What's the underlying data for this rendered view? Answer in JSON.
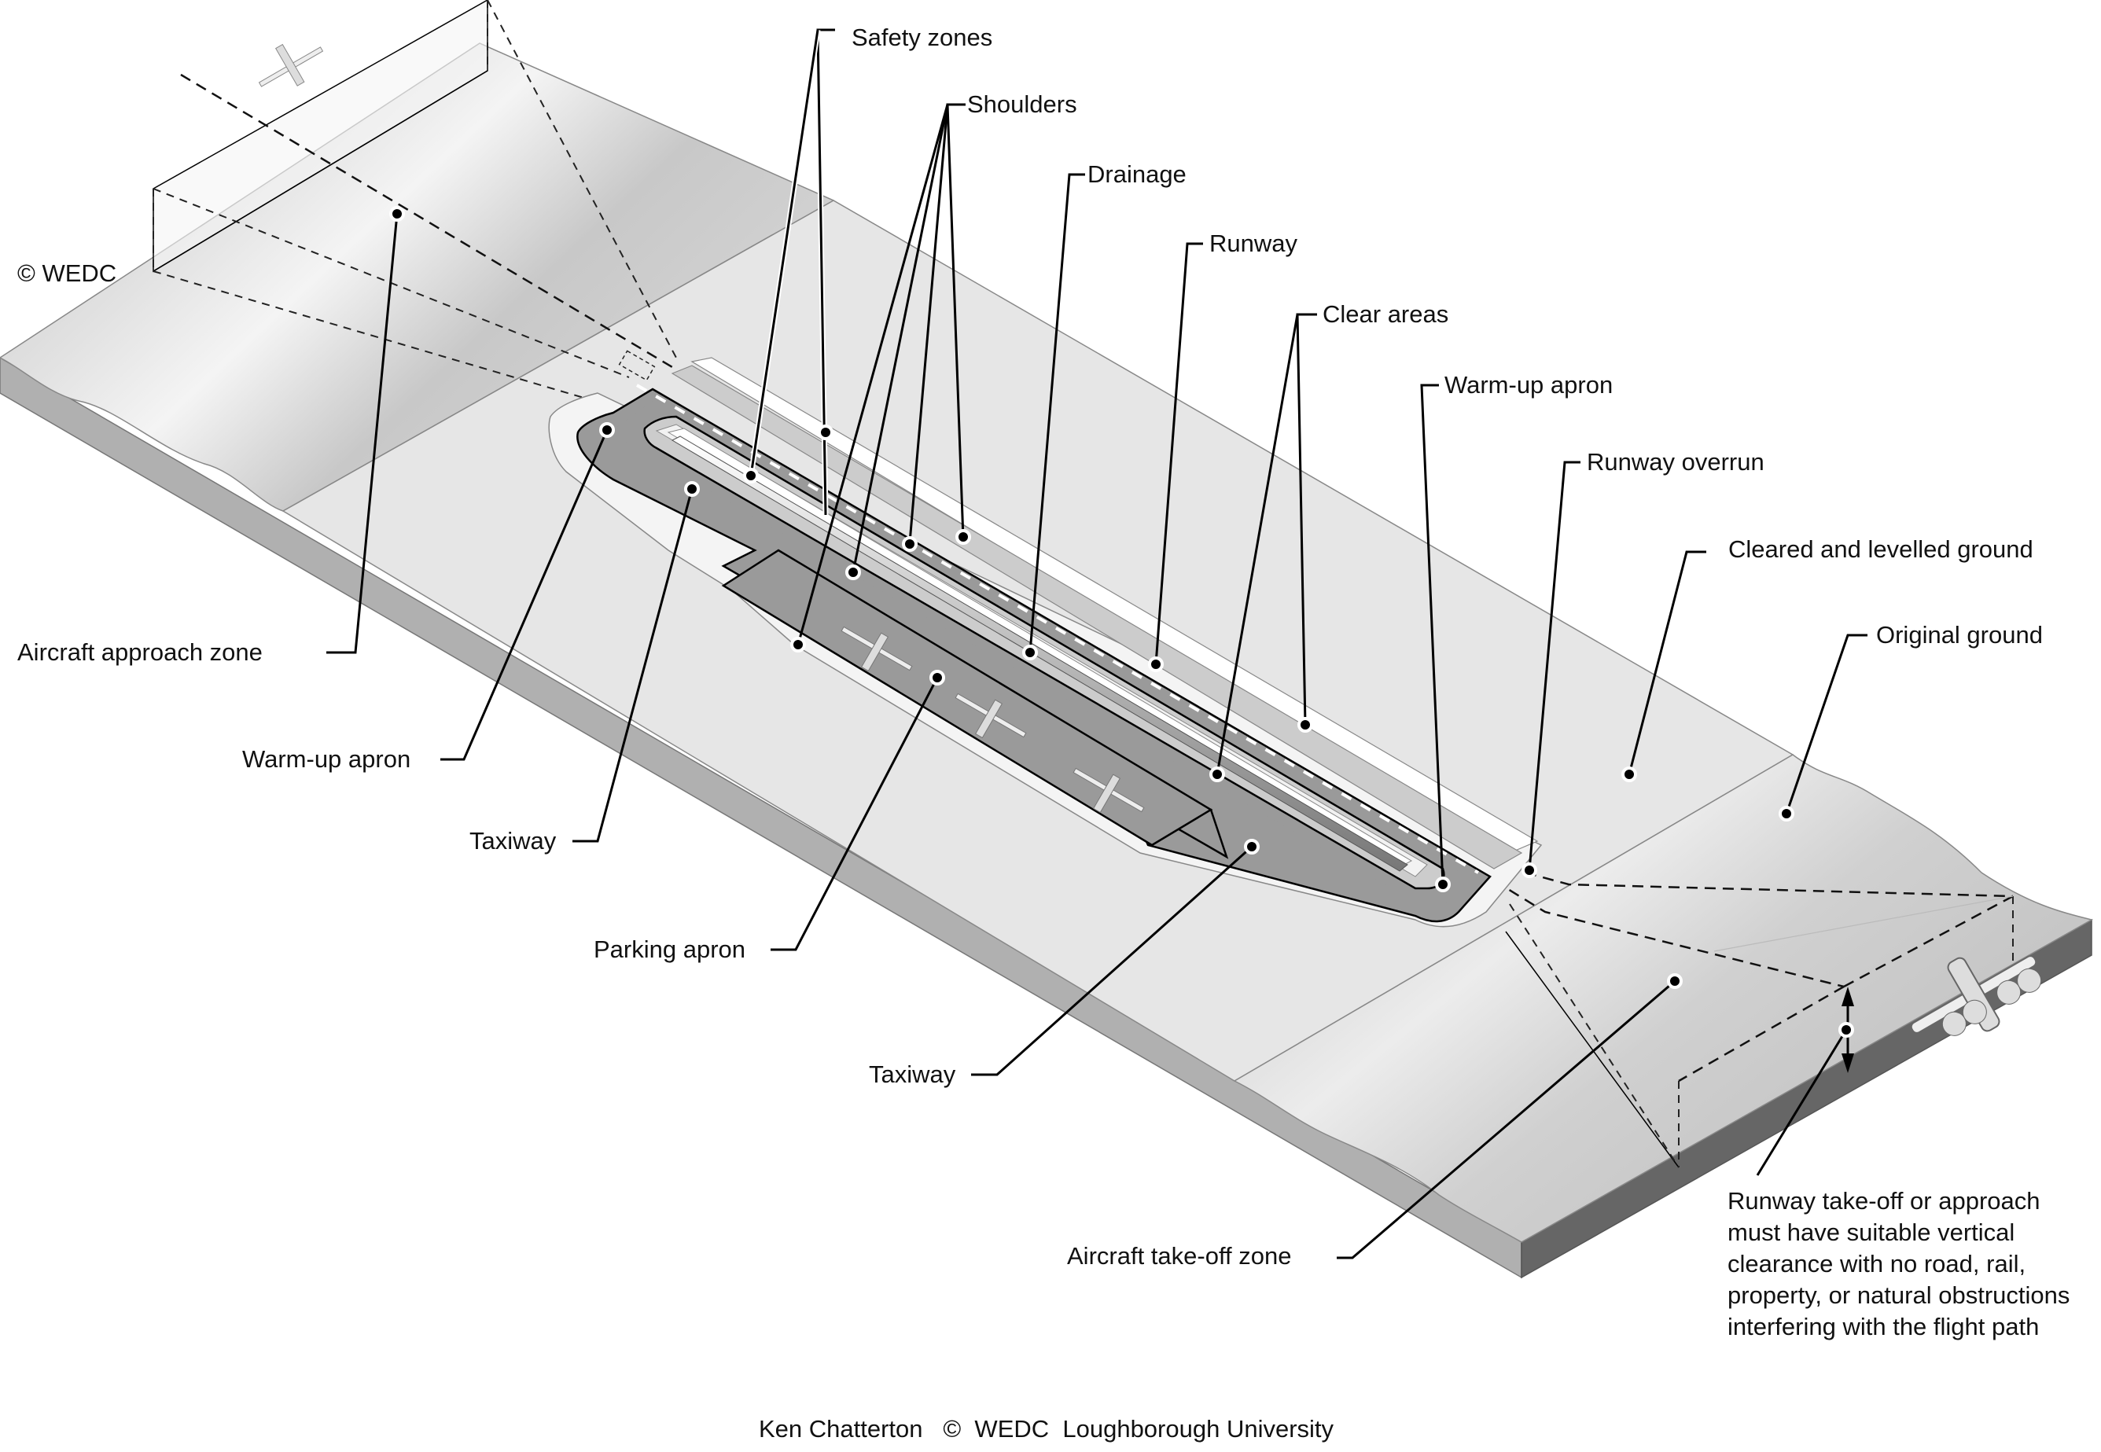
{
  "diagram": {
    "copyright_mark": "© WEDC",
    "credit": "Ken Chatterton   ©  WEDC  Loughborough University",
    "labels": {
      "safety_zones": "Safety zones",
      "shoulders": "Shoulders",
      "drainage": "Drainage",
      "runway": "Runway",
      "clear_areas": "Clear areas",
      "warmup_apron_right": "Warm-up apron",
      "runway_overrun": "Runway overrun",
      "cleared_ground": "Cleared and levelled ground",
      "original_ground": "Original ground",
      "approach_zone": "Aircraft approach zone",
      "warmup_apron_left": "Warm-up apron",
      "taxiway_left": "Taxiway",
      "parking_apron": "Parking apron",
      "taxiway_bottom": "Taxiway",
      "takeoff_zone": "Aircraft take-off zone"
    },
    "clearance_note": [
      "Runway take-off or approach",
      "must have suitable vertical",
      "clearance with no road, rail,",
      "property, or natural obstructions",
      "interfering with the flight path"
    ],
    "colors": {
      "original_ground": "#c4c4c4",
      "cleared_ground": "#e6e6e6",
      "slab_side": "#b0b0b0",
      "slab_side_dark": "#666666",
      "pavement": "#9a9a9a",
      "shoulder": "#cccccc",
      "clear_area": "#ffffff"
    }
  }
}
